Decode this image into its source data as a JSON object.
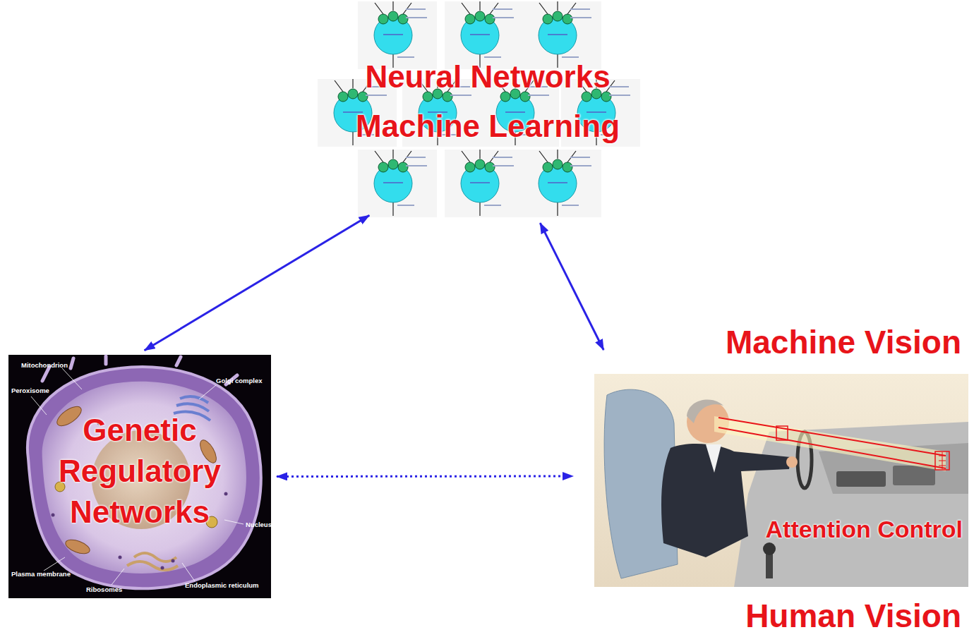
{
  "diagram": {
    "nodes": [
      {
        "text": [
          "Neural Networks",
          "Machine Learning"
        ]
      },
      {
        "text": [
          "Genetic Regulatory Networks"
        ]
      },
      {
        "text": [
          "Machine Vision",
          "Attention Control",
          "Human Vision"
        ]
      }
    ],
    "edges": [
      {
        "from": 0,
        "to": 1,
        "arrow": "both"
      },
      {
        "from": 0,
        "to": 2,
        "arrow": "both"
      },
      {
        "from": 1,
        "to": 2,
        "arrow": "both"
      }
    ],
    "labels": [
      "Mitochondrion",
      "Golgi complex",
      "Peroxisome",
      "Nucleus",
      "Plasma membrane",
      "Endoplasmic reticulum",
      "Ribosomes"
    ]
  }
}
